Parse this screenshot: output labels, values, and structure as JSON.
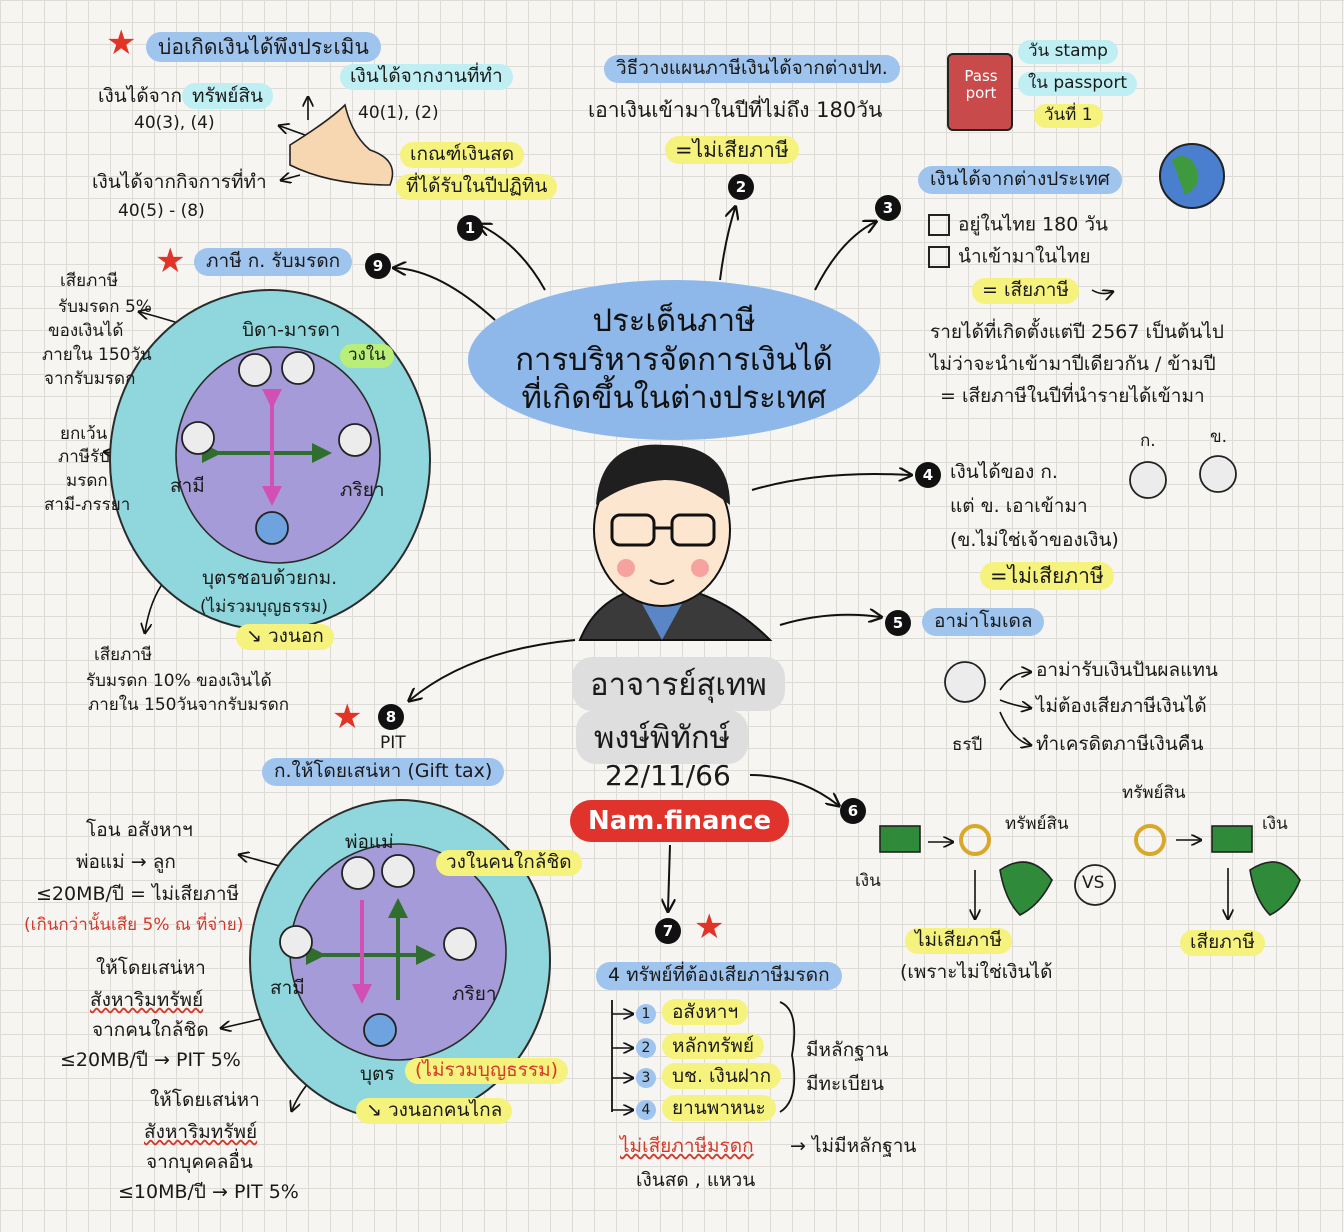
{
  "center": {
    "title_lines": [
      "ประเด็นภาษี",
      "การบริหารจัดการเงินได้",
      "ที่เกิดขึ้นในต่างประเทศ"
    ],
    "author_line1": "อาจารย์สุเทพ",
    "author_line2": "พงษ์พิทักษ์",
    "date": "22/11/66",
    "brand": "Nam.finance"
  },
  "section1": {
    "number": "1",
    "title": "บ่อเกิดเงินได้พึงประเมิน",
    "employment_label": "เงินได้จากงานที่ทำ",
    "employment_sections": "40(1), (2)",
    "asset_label_prefix": "เงินได้จาก",
    "asset_label_hl": "ทรัพย์สิน",
    "asset_sections": "40(3), (4)",
    "business_label": "เงินได้จากกิจการที่ทำ",
    "business_sections": "40(5) - (8)",
    "cash_basis_line1": "เกณฑ์เงินสด",
    "cash_basis_line2": "ที่ได้รับในปีปฏิทิน"
  },
  "section2": {
    "number": "2",
    "title": "วิธีวางแผนภาษีเงินได้จากต่างปท.",
    "line1": "เอาเงินเข้ามาในปีที่ไม่ถึง 180วัน",
    "result": "=ไม่เสียภาษี",
    "passport_word": "Pass port",
    "stamp_line1": "วัน stamp",
    "stamp_line2": "ใน passport",
    "stamp_line3": "วันที่ 1"
  },
  "section3": {
    "number": "3",
    "title": "เงินได้จากต่างประเทศ",
    "check1": "อยู่ในไทย 180 วัน",
    "check2": "นำเข้ามาในไทย",
    "result": "= เสียภาษี",
    "note1": "รายได้ที่เกิดตั้งแต่ปี 2567 เป็นต้นไป",
    "note2": "ไม่ว่าจะนำเข้ามาปีเดียวกัน / ข้ามปี",
    "note3": "= เสียภาษีในปีที่นำรายได้เข้ามา"
  },
  "section4": {
    "number": "4",
    "line1": "เงินได้ของ ก.",
    "line2": "แต่ ข. เอาเข้ามา",
    "line3": "(ข.ไม่ใช่เจ้าของเงิน)",
    "result": "=ไม่เสียภาษี",
    "person_a": "ก.",
    "person_b": "ข."
  },
  "section5": {
    "number": "5",
    "title": "อาม่าโมเดล",
    "line1": "อาม่ารับเงินปันผลแทน",
    "line2": "ไม่ต้องเสียภาษีเงินได้",
    "line3": "ทำเครดิตภาษีเงินคืน",
    "caption": "ธรปี"
  },
  "section6": {
    "number": "6",
    "money_label": "เงิน",
    "asset_label": "ทรัพย์สิน",
    "left_result": "ไม่เสียภาษี",
    "left_reason": "(เพราะไม่ใช่เงินได้",
    "vs": "VS",
    "right_asset": "ทรัพย์สิน",
    "right_money": "เงิน",
    "right_result": "เสียภาษี"
  },
  "section7": {
    "number": "7",
    "title": "4 ทรัพย์ที่ต้องเสียภาษีมรดก",
    "items": [
      {
        "n": "1",
        "label": "อสังหาฯ"
      },
      {
        "n": "2",
        "label": "หลักทรัพย์"
      },
      {
        "n": "3",
        "label": "บช. เงินฝาก"
      },
      {
        "n": "4",
        "label": "ยานพาหนะ"
      }
    ],
    "evidence1": "มีหลักฐาน",
    "evidence2": "มีทะเบียน",
    "not_taxed": "ไม่เสียภาษีมรดก",
    "not_taxed_reason": "→ ไม่มีหลักฐาน",
    "not_taxed_items": "เงินสด , แหวน"
  },
  "section8": {
    "number": "8",
    "pit": "PIT",
    "title": "ก.ให้โดยเสน่หา (Gift tax)",
    "transfer_title": "โอน อสังหาฯ",
    "transfer_line2": "พ่อแม่ → ลูก",
    "transfer_line3": "≤20MB/ปี = ไม่เสียภาษี",
    "transfer_note": "(เกินกว่านั้นเสีย 5% ณ ที่จ่าย)",
    "gift_close_1": "ให้โดยเสน่หา",
    "gift_close_2": "สังหาริมทรัพย์",
    "gift_close_3": "จากคนใกล้ชิด",
    "gift_close_4": "≤20MB/ปี → PIT 5%",
    "gift_other_1": "ให้โดยเสน่หา",
    "gift_other_2": "สังหาริมทรัพย์",
    "gift_other_3": "จากบุคคลอื่น",
    "gift_other_4": "≤10MB/ปี → PIT 5%",
    "parents": "พ่อแม่",
    "inner_circle": "วงในคนใกล้ชิด",
    "spouse_left": "สามี",
    "spouse_right": "ภริยา",
    "child": "บุตร",
    "child_note": "(ไม่รวมบุญธรรม)",
    "outer_circle": "↘ วงนอกคนไกล"
  },
  "section9": {
    "number": "9",
    "title": "ภาษี ก. รับมรดก",
    "exempt_1": "เสียภาษี",
    "exempt_2": "รับมรดก 5%",
    "exempt_3": "ของเงินได้",
    "exempt_4": "ภายใน 150วัน",
    "exempt_5": "จากรับมรดก",
    "parents": "บิดา-มารดา",
    "inner": "วงใน",
    "spouse_left": "สามี",
    "spouse_right": "ภริยา",
    "waive_1": "ยกเว้น",
    "waive_2": "ภาษีรับ",
    "waive_3": "มรดก",
    "waive_4": "สามี-ภรรยา",
    "child": "บุตรชอบด้วยกม.",
    "child_note": "(ไม่รวมบุญธรรม)",
    "outer": "↘ วงนอก",
    "outer_tax_1": "เสียภาษี",
    "outer_tax_2": "รับมรดก 10% ของเงินได้",
    "outer_tax_3": "ภายใน 150วันจากรับมรดก"
  },
  "colors": {
    "blue_highlight": "#9fc4ee",
    "yellow_highlight": "#f6f27e",
    "cyan_circle": "#8fd7dd",
    "purple_circle": "#a49bd8",
    "green_highlight": "#b9ee79",
    "brand_red": "#e0332b"
  }
}
